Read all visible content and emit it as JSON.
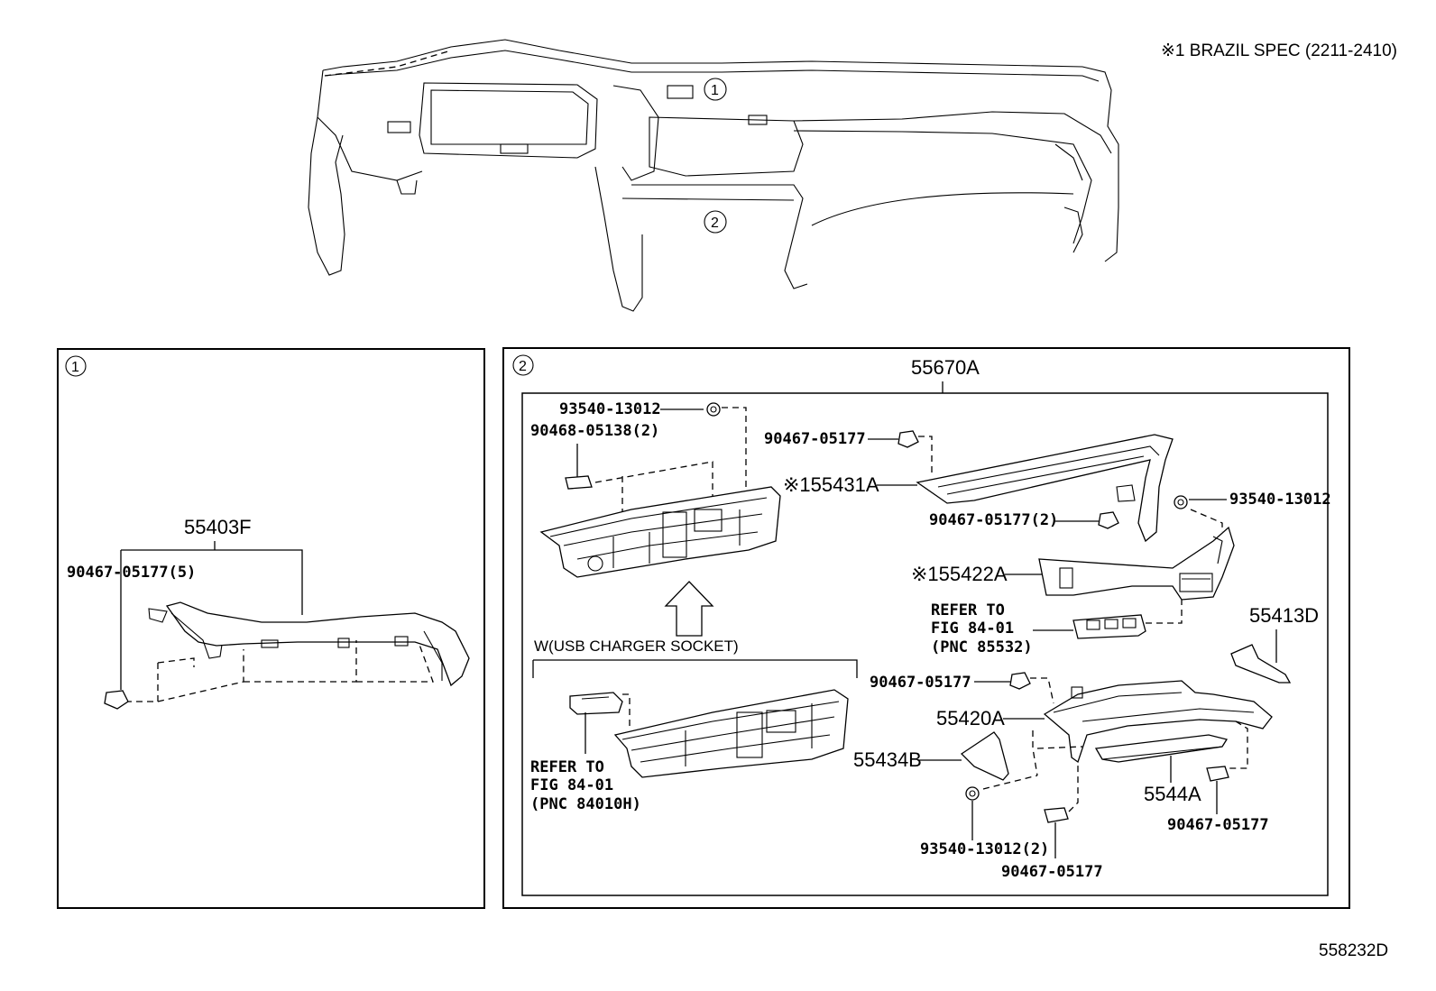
{
  "header": {
    "spec_note": "※1 BRAZIL SPEC (2211-2410)",
    "figure_id": "558232D"
  },
  "overview": {
    "callout_1": "1",
    "callout_2": "2"
  },
  "panel_1": {
    "number": "1",
    "part_55403F": "55403F",
    "clip_90467_05177_5": "90467-05177(5)"
  },
  "panel_2": {
    "number": "2",
    "assembly_55670A": "55670A",
    "screw_93540_13012_top": "93540-13012",
    "clip_90468_05138_2": "90468-05138(2)",
    "clip_90467_05177_top": "90467-05177",
    "part_55431A": "※155431A",
    "screw_93540_13012_right": "93540-13012",
    "clip_90467_05177_2": "90467-05177(2)",
    "part_55422A": "※155422A",
    "refer_fig_a_line1": "REFER TO",
    "refer_fig_a_line2": "FIG 84-01",
    "refer_fig_a_line3": "(PNC 85532)",
    "part_55413D": "55413D",
    "usb_variant_label": "W(USB CHARGER SOCKET)",
    "clip_90467_05177_mid": "90467-05177",
    "part_55420A": "55420A",
    "part_55434B": "55434B",
    "refer_fig_b_line1": "REFER TO",
    "refer_fig_b_line2": "FIG 84-01",
    "refer_fig_b_line3": "(PNC 84010H)",
    "part_5544A": "5544A",
    "clip_90467_05177_lowright": "90467-05177",
    "screw_93540_13012_2": "93540-13012(2)",
    "clip_90467_05177_bottom": "90467-05177"
  }
}
